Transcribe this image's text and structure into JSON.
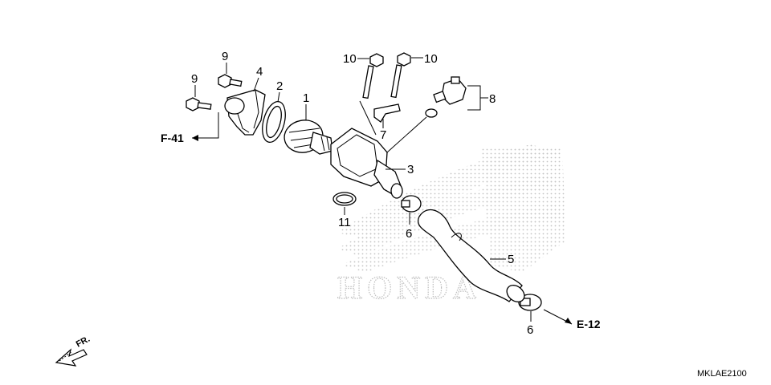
{
  "parts": {
    "p1": "1",
    "p2": "2",
    "p3": "3",
    "p4": "4",
    "p5": "5",
    "p6a": "6",
    "p6b": "6",
    "p7": "7",
    "p8": "8",
    "p9a": "9",
    "p9b": "9",
    "p10a": "10",
    "p10b": "10",
    "p11": "11"
  },
  "refs": {
    "f41": "F-41",
    "e12": "E-12"
  },
  "direction": "FR.",
  "diagram_code": "MKLAE2100",
  "watermark": {
    "text": "HONDA"
  }
}
